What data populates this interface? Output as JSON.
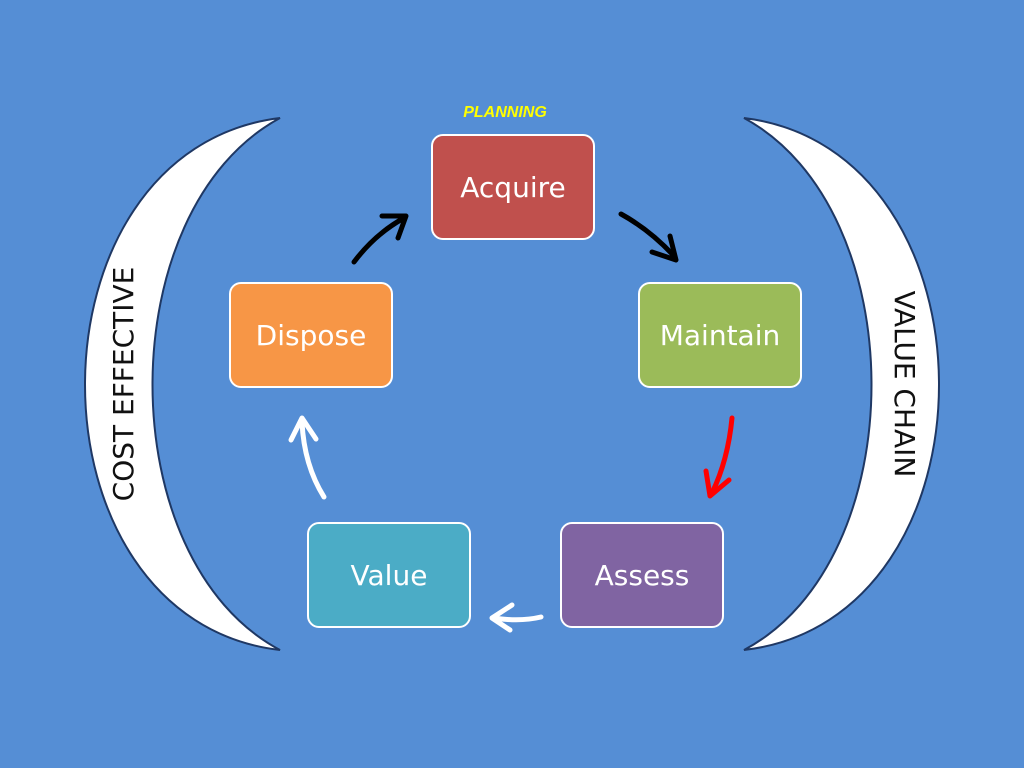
{
  "diagram": {
    "planning_label": "PLANNING",
    "left_label": "COST EFFECTIVE",
    "right_label": "VALUE CHAIN",
    "nodes": [
      {
        "id": "acquire",
        "label": "Acquire",
        "color": "#c0504d"
      },
      {
        "id": "maintain",
        "label": "Maintain",
        "color": "#9bbb59"
      },
      {
        "id": "assess",
        "label": "Assess",
        "color": "#8064a2"
      },
      {
        "id": "value",
        "label": "Value",
        "color": "#4bacc6"
      },
      {
        "id": "dispose",
        "label": "Dispose",
        "color": "#f79646"
      }
    ],
    "edges": [
      {
        "from": "acquire",
        "to": "maintain",
        "color": "#000000"
      },
      {
        "from": "maintain",
        "to": "assess",
        "color": "#ff0000"
      },
      {
        "from": "assess",
        "to": "value",
        "color": "#ffffff"
      },
      {
        "from": "value",
        "to": "dispose",
        "color": "#ffffff"
      },
      {
        "from": "dispose",
        "to": "acquire",
        "color": "#000000"
      }
    ],
    "background": "#558ed5",
    "crescent_fill": "#ffffff",
    "crescent_stroke": "#1f3864"
  }
}
